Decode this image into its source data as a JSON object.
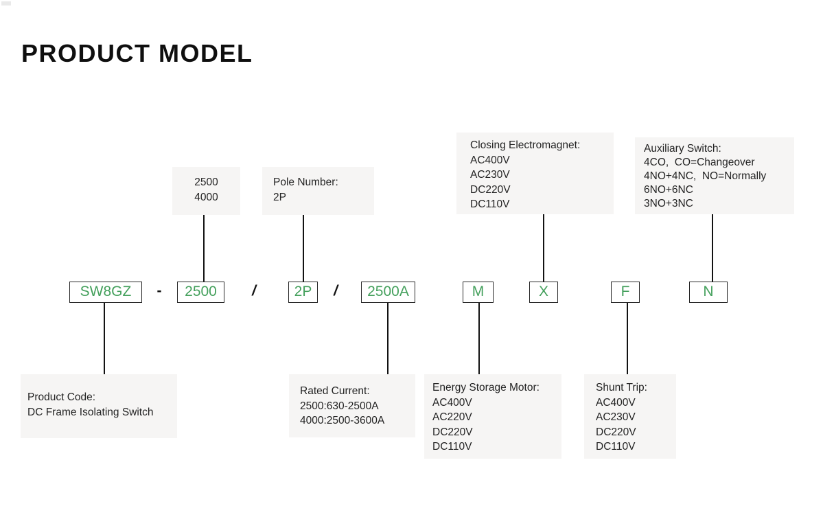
{
  "page": {
    "title": "PRODUCT MODEL"
  },
  "colors": {
    "code_text_green": "#44a05c",
    "callout_background": "#f6f5f4",
    "connector_line": "#121212",
    "title_text": "#0f0f0f"
  },
  "code_row": {
    "segments": [
      {
        "id": "series",
        "label": "SW8GZ"
      },
      {
        "id": "frame-size",
        "label": "2500"
      },
      {
        "id": "pole-number",
        "label": "2P"
      },
      {
        "id": "rated-current",
        "label": "2500A"
      },
      {
        "id": "energy-storage-motor",
        "label": "M"
      },
      {
        "id": "closing-electromagnet",
        "label": "X"
      },
      {
        "id": "shunt-trip",
        "label": "F"
      },
      {
        "id": "auxiliary-switch",
        "label": "N"
      }
    ],
    "separators": [
      "-",
      "/",
      "/"
    ]
  },
  "callouts": {
    "frame_sizes": {
      "lines": [
        "2500",
        "4000"
      ]
    },
    "pole_number": {
      "lines": [
        "Pole Number:",
        "2P"
      ]
    },
    "closing_electromagnet": {
      "lines": [
        "Closing Electromagnet:",
        "AC400V",
        "AC230V",
        "DC220V",
        "DC110V"
      ]
    },
    "auxiliary_switch": {
      "lines": [
        "Auxiliary Switch:",
        "4CO,  CO=Changeover",
        "4NO+4NC,  NO=Normally",
        "6NO+6NC",
        "3NO+3NC"
      ]
    },
    "product_code": {
      "lines": [
        "Product Code:",
        "DC Frame Isolating Switch"
      ]
    },
    "rated_current": {
      "lines": [
        "Rated Current:",
        "2500:630-2500A",
        "4000:2500-3600A"
      ]
    },
    "energy_storage_motor": {
      "lines": [
        "Energy Storage Motor:",
        "AC400V",
        "AC220V",
        "DC220V",
        "DC110V"
      ]
    },
    "shunt_trip": {
      "lines": [
        "Shunt Trip:",
        "AC400V",
        "AC230V",
        "DC220V",
        "DC110V"
      ]
    }
  }
}
